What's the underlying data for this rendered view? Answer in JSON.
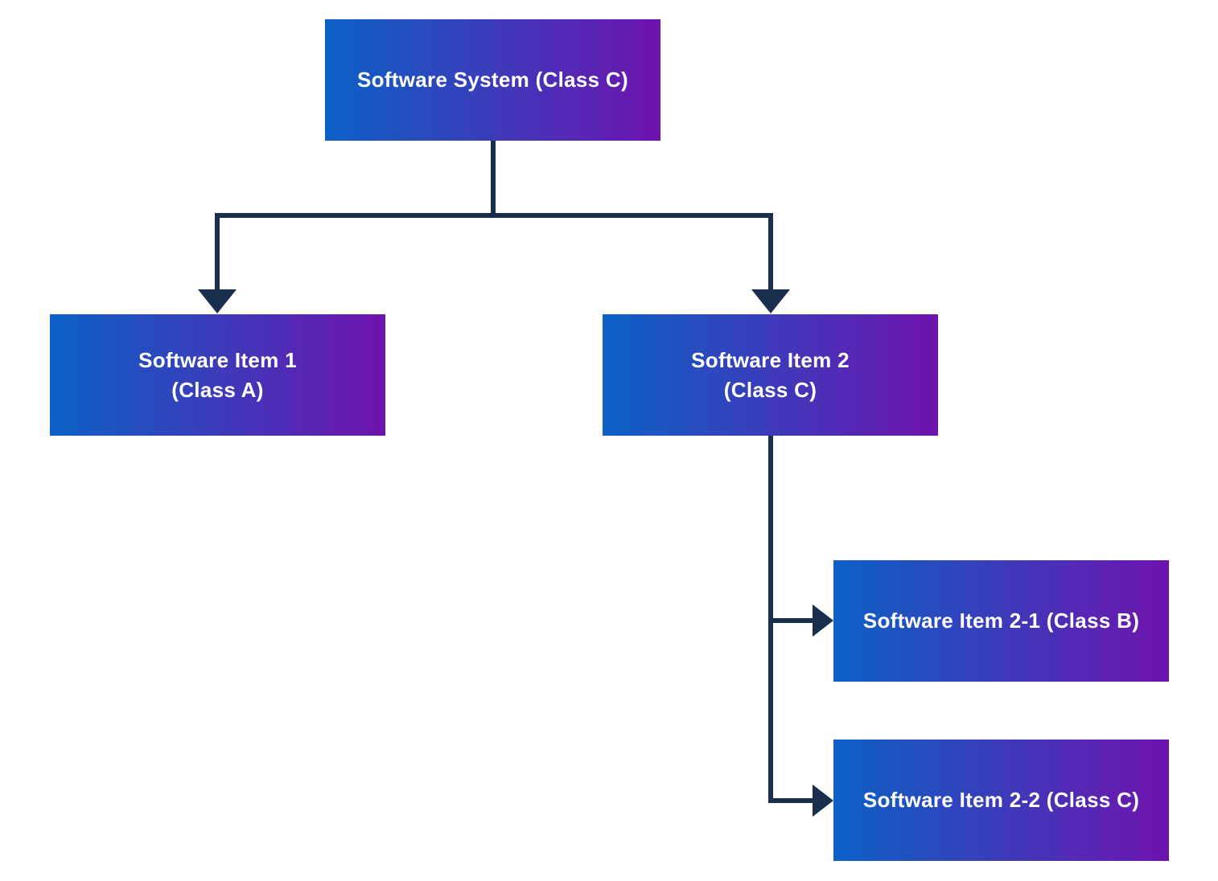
{
  "diagram": {
    "type": "hierarchy-flowchart",
    "colors": {
      "background": "#ffffff",
      "node_gradient_start": "#0b61c6",
      "node_gradient_end": "#7013ae",
      "connector": "#1a2e4f",
      "node_text": "#ffffff"
    },
    "nodes": [
      {
        "id": "software-system",
        "label": "Software System (Class C)"
      },
      {
        "id": "software-item-1",
        "label": "Software Item 1\n(Class A)"
      },
      {
        "id": "software-item-2",
        "label": "Software Item 2\n(Class C)"
      },
      {
        "id": "software-item-2-1",
        "label": "Software Item 2-1 (Class B)"
      },
      {
        "id": "software-item-2-2",
        "label": "Software Item 2-2 (Class C)"
      }
    ],
    "edges": [
      {
        "from": "software-system",
        "to": "software-item-1",
        "arrow": "down"
      },
      {
        "from": "software-system",
        "to": "software-item-2",
        "arrow": "down"
      },
      {
        "from": "software-item-2",
        "to": "software-item-2-1",
        "arrow": "right"
      },
      {
        "from": "software-item-2",
        "to": "software-item-2-2",
        "arrow": "right"
      }
    ]
  }
}
